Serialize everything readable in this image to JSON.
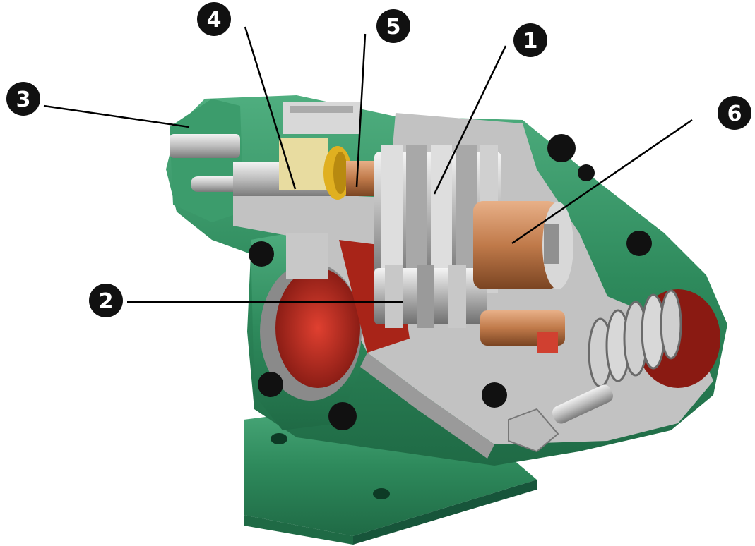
{
  "callouts": [
    {
      "id": "c1",
      "label": "1"
    },
    {
      "id": "c2",
      "label": "2"
    },
    {
      "id": "c3",
      "label": "3"
    },
    {
      "id": "c4",
      "label": "4"
    },
    {
      "id": "c5",
      "label": "5"
    },
    {
      "id": "c6",
      "label": "6"
    }
  ],
  "colors": {
    "housing": "#2e8a5c",
    "housing_dark": "#1f6a45",
    "housing_light": "#4fae7f",
    "cut_face": "#bdbdbd",
    "gear": "#c8c8c8",
    "bronze_bushing": "#c07a4a",
    "chamber": "#b8281e",
    "seal_ring": "#e0b020",
    "callout_fill": "#111111",
    "leader_line": "#000000"
  },
  "icons": {
    "bolt": "hex-socket-bolt-icon",
    "gear": "spur-gear-icon",
    "spring": "relief-valve-spring-icon"
  }
}
